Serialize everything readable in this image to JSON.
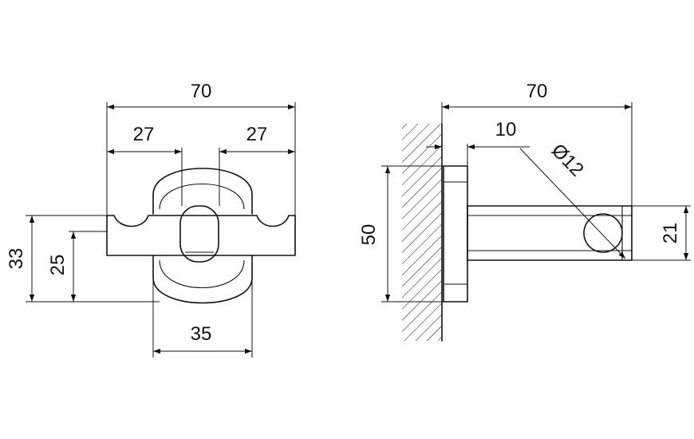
{
  "front_view": {
    "dim_width_total": "70",
    "dim_left_arm": "27",
    "dim_right_arm": "27",
    "dim_base_width": "35",
    "dim_height_outer": "33",
    "dim_height_inner": "25"
  },
  "side_view": {
    "dim_depth_total": "70",
    "dim_plate_thickness": "10",
    "dim_rod_diameter": "Ø12",
    "dim_plate_height": "50",
    "dim_arm_height": "21"
  },
  "colors": {
    "line": "#111111",
    "background": "#ffffff"
  }
}
